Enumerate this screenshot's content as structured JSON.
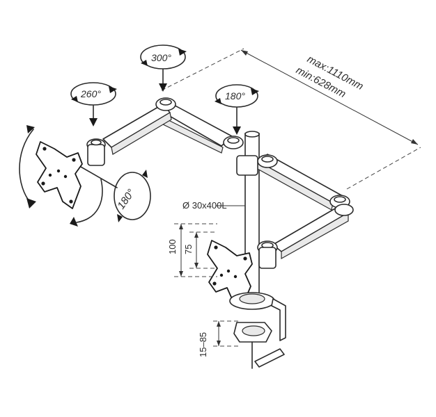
{
  "labels": {
    "rot_300": "300°",
    "rot_260": "260°",
    "rot_180_top": "180°",
    "rot_180_side": "180°",
    "reach_max": "max:1110mm",
    "reach_min": "min:628mm",
    "pole": "Ø 30x400L",
    "dim_100": "100",
    "dim_75": "75",
    "dim_clamp": "15–85"
  }
}
